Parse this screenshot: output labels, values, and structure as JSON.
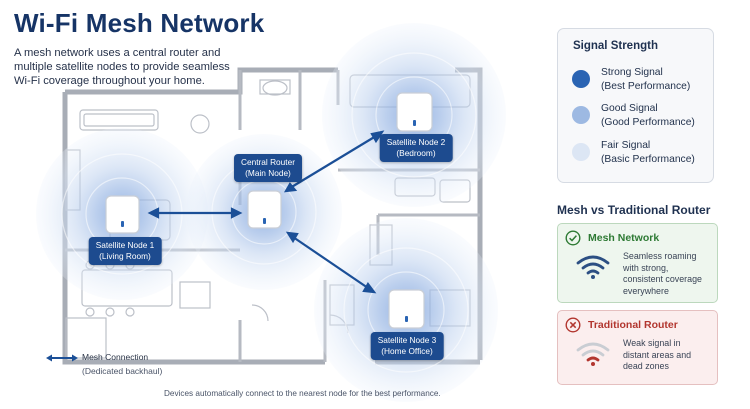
{
  "title": "Wi-Fi Mesh Network",
  "intro_lines": [
    "A mesh network uses a central router and",
    "multiple satellite nodes to provide seamless",
    "Wi-Fi coverage throughout your home."
  ],
  "nodes": {
    "central": {
      "line1": "Central Router",
      "line2": "(Main Node)"
    },
    "satellite1": {
      "line1": "Satellite Node 1",
      "line2": "(Living Room)"
    },
    "satellite2": {
      "line1": "Satellite Node 2",
      "line2": "(Bedroom)"
    },
    "satellite3": {
      "line1": "Satellite Node 3",
      "line2": "(Home Office)"
    }
  },
  "legend": {
    "title": "Mesh Connection",
    "subtitle": "(Dedicated backhaul)"
  },
  "footnote": "Devices automatically connect to the nearest node for the best performance.",
  "signal_panel": {
    "heading": "Signal Strength",
    "items": [
      {
        "line1": "Strong Signal",
        "line2": "(Best Performance)",
        "color": "#2a64b3"
      },
      {
        "line1": "Good Signal",
        "line2": "(Good Performance)",
        "color": "#9db9e2"
      },
      {
        "line1": "Fair Signal",
        "line2": "(Basic Performance)",
        "color": "#dce6f4"
      }
    ]
  },
  "comparison": {
    "heading": "Mesh vs Traditional Router",
    "mesh": {
      "title": "Mesh Network",
      "desc_lines": [
        "Seamless roaming",
        "with strong,",
        "consistent coverage",
        "everywhere"
      ]
    },
    "traditional": {
      "title": "Traditional Router",
      "desc_lines": [
        "Weak signal in",
        "distant areas and",
        "dead zones"
      ]
    }
  },
  "colors": {
    "accent": "#1d4b8f",
    "arrow": "#1b4f97",
    "mesh_green": "#2e7a34",
    "trad_red": "#b2362f"
  }
}
